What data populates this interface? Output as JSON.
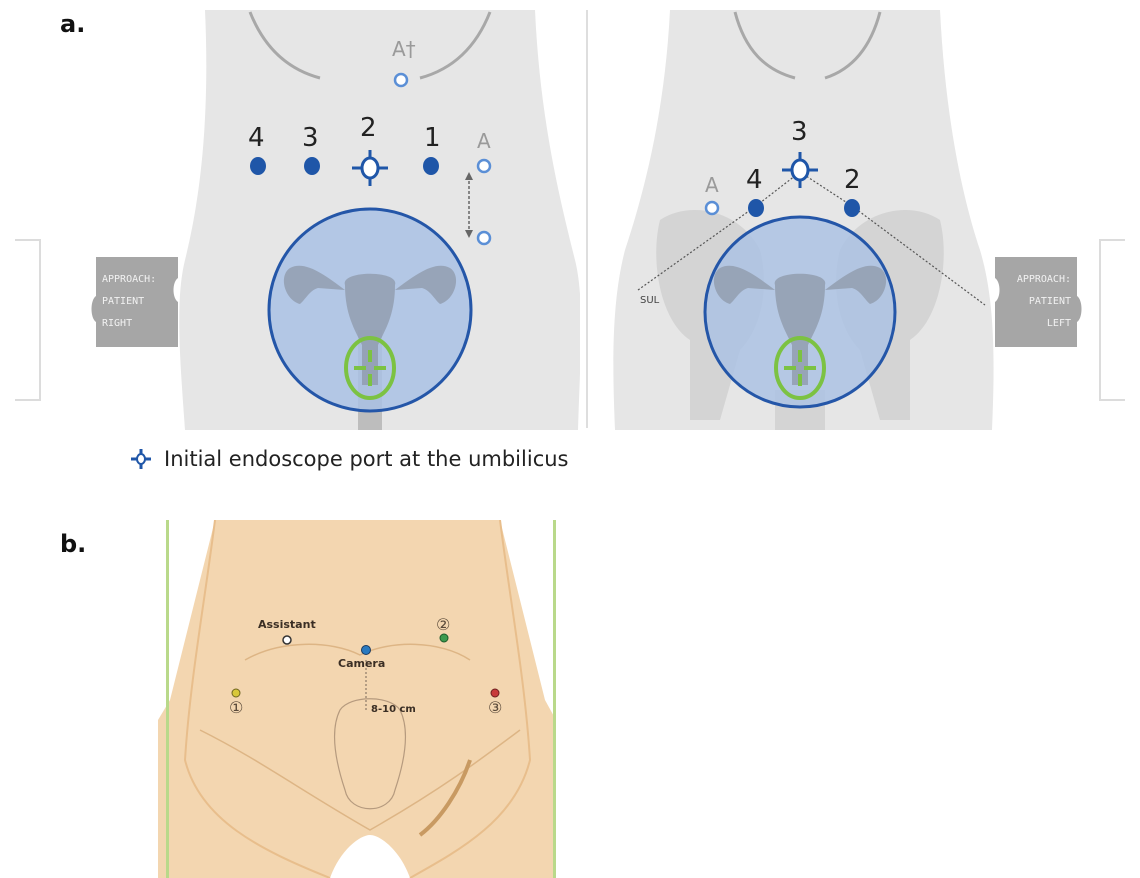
{
  "panel_a": {
    "label": "a.",
    "left": {
      "port_numbers": [
        "4",
        "3",
        "2",
        "1"
      ],
      "assistant_label": "A",
      "assistant_top_label": "A†",
      "approach_lines": [
        "APPROACH:",
        "PATIENT",
        "RIGHT"
      ]
    },
    "right": {
      "port_numbers": [
        "4",
        "3",
        "2"
      ],
      "assistant_label": "A",
      "sul_label": "SUL",
      "approach_lines": [
        "APPROACH:",
        "PATIENT",
        "LEFT"
      ]
    },
    "legend_text": "Initial endoscope port at the umbilicus"
  },
  "panel_b": {
    "label": "b.",
    "assistant_label": "Assistant",
    "camera_label": "Camera",
    "distance_label": "8-10 cm",
    "port_labels": [
      "①",
      "②",
      "③"
    ]
  },
  "colors": {
    "body_gray": "#e6e6e6",
    "port_blue": "#1f56a8",
    "circle_fill": "#a9c1e4",
    "target_green": "#7cc242",
    "skin": "#f3d6b0",
    "skin_dark": "#ecc79a",
    "frame_green": "#b9d98a"
  }
}
